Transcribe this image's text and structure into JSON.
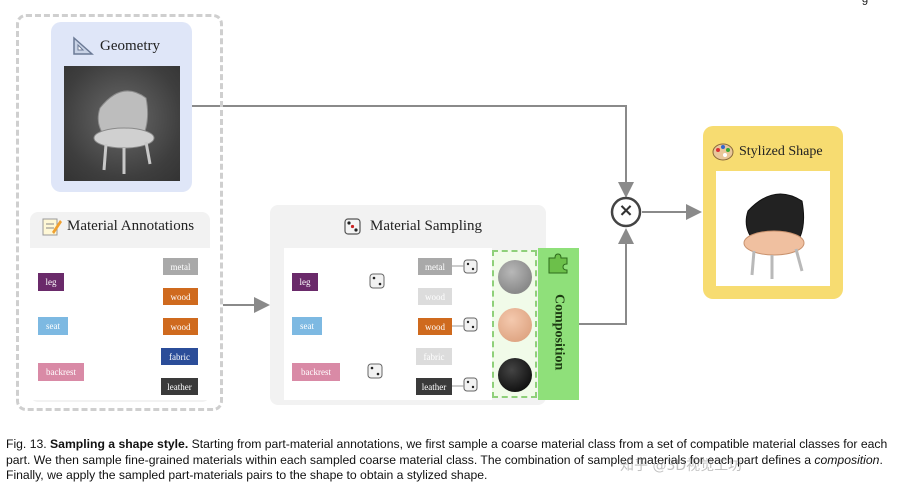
{
  "page_number": "9",
  "geometry": {
    "title": "Geometry",
    "icon": "set-square-icon"
  },
  "annotations": {
    "title": "Material Annotations",
    "icon": "memo-icon",
    "parts": [
      "leg",
      "seat",
      "backrest"
    ],
    "materials": [
      "metal",
      "wood",
      "wood",
      "fabric",
      "leather"
    ]
  },
  "sampling": {
    "title": "Material Sampling",
    "icon": "dice-icon",
    "parts": [
      "leg",
      "seat",
      "backrest"
    ],
    "materials": [
      "metal",
      "wood",
      "wood",
      "fabric",
      "leather"
    ]
  },
  "composition": {
    "title": "Composition",
    "icon": "puzzle-icon"
  },
  "stylized": {
    "title": "Stylized Shape",
    "icon": "palette-icon"
  },
  "combine_symbol": "×",
  "caption": {
    "label": "Fig. 13.",
    "title": "Sampling a shape style.",
    "text_1": " Starting from part-material annotations, we first sample a coarse material class from a set of compatible material classes for each part. We then sample fine-grained materials within each sampled coarse material class. The combination of sampled materials for each part defines a ",
    "emphasis": "composition",
    "text_2": ". Finally, we apply the sampled part-materials pairs to the shape to obtain a stylized shape."
  },
  "watermark": "知乎 @3D视觉工坊"
}
